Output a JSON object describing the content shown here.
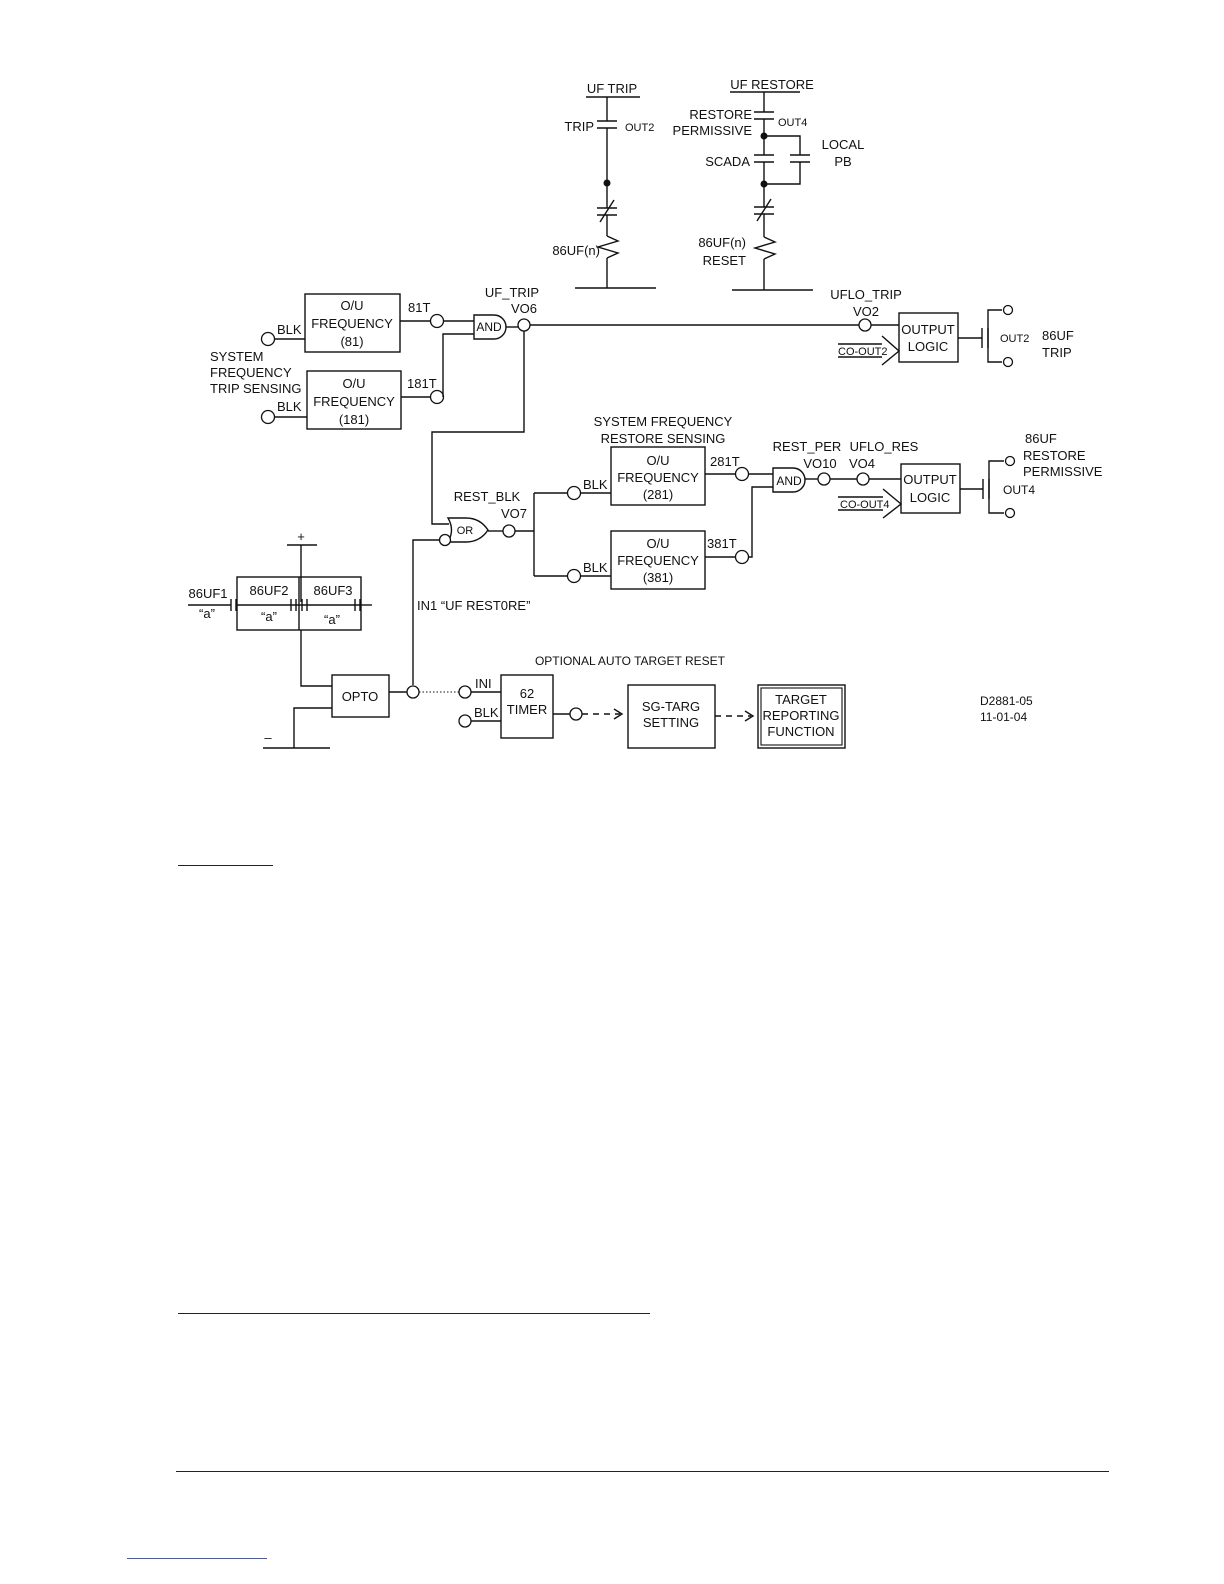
{
  "trip_rung": {
    "title": "UF TRIP",
    "contact_label": "TRIP",
    "contact_out": "OUT2",
    "coil_label": "86UF(n)"
  },
  "restore_rung": {
    "title": "UF RESTORE",
    "contact_label_1": "RESTORE",
    "contact_label_2": "PERMISSIVE",
    "contact_out": "OUT4",
    "scada": "SCADA",
    "local_1": "LOCAL",
    "local_2": "PB",
    "coil_label_1": "86UF(n)",
    "coil_label_2": "RESET"
  },
  "freq81": {
    "line1": "O/U",
    "line2": "FREQUENCY",
    "line3": "(81)",
    "blk": "BLK",
    "out": "81T"
  },
  "freq181": {
    "line1": "O/U",
    "line2": "FREQUENCY",
    "line3": "(181)",
    "blk": "BLK",
    "out": "181T"
  },
  "trip_sensing": {
    "line1": "SYSTEM",
    "line2": "FREQUENCY",
    "line3": "TRIP SENSING"
  },
  "and_trip": {
    "label": "AND",
    "signal": "UF_TRIP",
    "vo": "VO6"
  },
  "uflo_trip": {
    "label": "UFLO_TRIP",
    "vo": "VO2"
  },
  "output_logic_trip": {
    "line1": "OUTPUT",
    "line2": "LOGIC",
    "co": "CO-OUT2",
    "out": "OUT2",
    "result_1": "86UF",
    "result_2": "TRIP"
  },
  "restore_sensing": {
    "line1": "SYSTEM FREQUENCY",
    "line2": "RESTORE SENSING"
  },
  "freq281": {
    "line1": "O/U",
    "line2": "FREQUENCY",
    "line3": "(281)",
    "blk": "BLK",
    "out": "281T"
  },
  "freq381": {
    "line1": "O/U",
    "line2": "FREQUENCY",
    "line3": "(381)",
    "blk": "BLK",
    "out": "381T"
  },
  "and_rest": {
    "label": "AND",
    "signal": "REST_PER",
    "vo": "VO10"
  },
  "uflo_res": {
    "label": "UFLO_RES",
    "vo": "VO4"
  },
  "output_logic_restore": {
    "line1": "OUTPUT",
    "line2": "LOGIC",
    "co": "CO-OUT4",
    "out": "OUT4",
    "result_1": "86UF",
    "result_2": "RESTORE",
    "result_3": "PERMISSIVE"
  },
  "or_gate": {
    "label": "OR",
    "signal": "REST_BLK",
    "vo": "VO7"
  },
  "contacts": {
    "plus": "+",
    "minus": "–",
    "c1": "86UF1",
    "c2": "86UF2",
    "c3": "86UF3",
    "a1": "“a”",
    "a2": "“a”",
    "a3": "“a”"
  },
  "opto": {
    "label": "OPTO",
    "input": "IN1 “UF REST0RE”"
  },
  "auto_reset": {
    "title": "OPTIONAL AUTO TARGET RESET",
    "ini": "INI",
    "blk": "BLK",
    "timer_1": "62",
    "timer_2": "TIMER"
  },
  "sg_targ": {
    "line1": "SG-TARG",
    "line2": "SETTING"
  },
  "target_reporting": {
    "line1": "TARGET",
    "line2": "REPORTING",
    "line3": "FUNCTION"
  },
  "drawing_id": {
    "number": "D2881-05",
    "date": "11-01-04"
  }
}
